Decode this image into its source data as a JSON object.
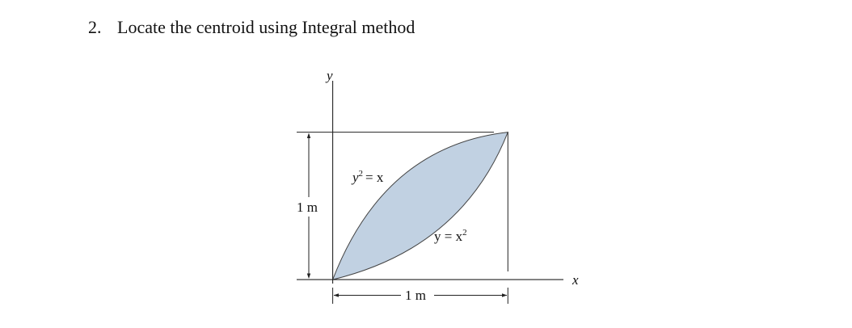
{
  "problem": {
    "number": "2.",
    "title": "Locate the centroid using Integral method"
  },
  "figure": {
    "axis_y_label": "y",
    "axis_x_label": "x",
    "curve_upper": {
      "lhs": "y",
      "lhs_exp": "2",
      "rhs": "= x"
    },
    "curve_lower": {
      "lhs": "y = x",
      "rhs_exp": "2"
    },
    "dim_vertical": "1 m",
    "dim_horizontal": "1 m",
    "region_fill_color": "#c1d1e2",
    "line_color": "#222222"
  }
}
